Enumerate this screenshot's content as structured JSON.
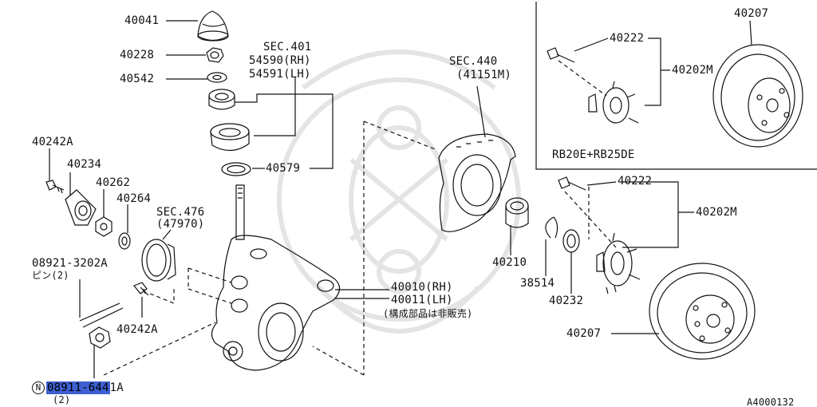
{
  "colors": {
    "line": "#111111",
    "highlight": "#3d5fd1",
    "watermark": "#e6e6e6"
  },
  "labels": {
    "p40041": "40041",
    "p40228": "40228",
    "p40542": "40542",
    "sec401": "SEC.401",
    "p54590": "54590(RH)",
    "p54591": "54591(LH)",
    "p40579": "40579",
    "p40242a_top": "40242A",
    "p40234": "40234",
    "p40262": "40262",
    "p40264": "40264",
    "sec476": "SEC.476",
    "p47970": "(47970)",
    "p08921": "08921-3202A",
    "pin2": "ピン(2)",
    "p40242a_bot": "40242A",
    "n_mark": "N",
    "p08911_hl": "08911-644",
    "p08911_tail": "1A",
    "qty2": "(2)",
    "sec440": "SEC.440",
    "p41151m": "(41151M)",
    "p40210": "40210",
    "p38514": "38514",
    "p40232": "40232",
    "p40010": "40010(RH)",
    "p40011": "40011(LH)",
    "note_jp": "(構成部品は非販売)",
    "p40222_main": "40222",
    "p40202m_main": "40202M",
    "p40207_main": "40207",
    "p40222_inset": "40222",
    "p40202m_inset": "40202M",
    "p40207_inset": "40207",
    "engine": "RB20E+RB25DE",
    "diagram_id": "A4000132"
  }
}
